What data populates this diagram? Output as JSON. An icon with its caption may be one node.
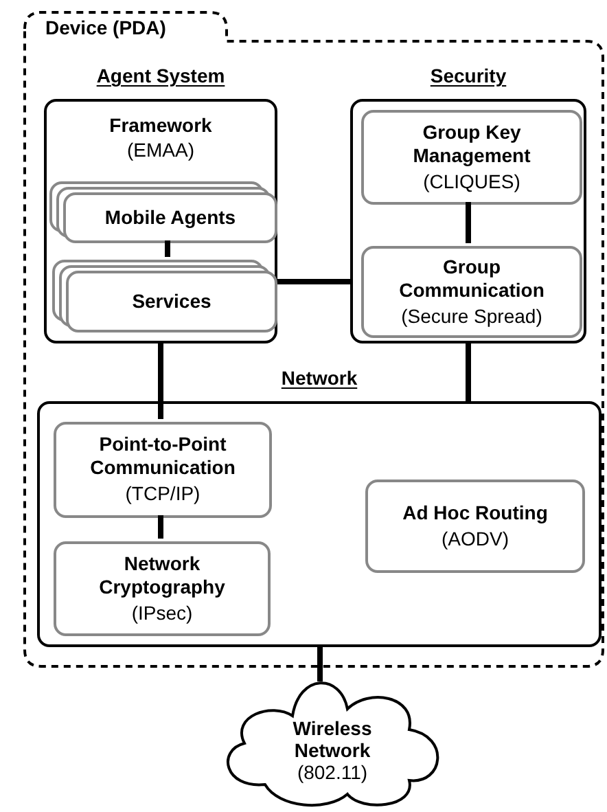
{
  "diagram": {
    "nodes": [
      {
        "text": [
          "Device (PDA)"
        ]
      },
      {
        "text": [
          "Agent System",
          "Framework",
          "(EMAA)"
        ],
        "in": 0
      },
      {
        "text": [
          "Mobile Agents"
        ],
        "in": 1
      },
      {
        "text": [
          "Services"
        ],
        "in": 1
      },
      {
        "text": [
          "Security"
        ],
        "in": 0
      },
      {
        "text": [
          "Group Key Management",
          "(CLIQUES)"
        ],
        "in": 4
      },
      {
        "text": [
          "Group Communication",
          "(Secure Spread)"
        ],
        "in": 4
      },
      {
        "text": [
          "Network"
        ],
        "in": 0
      },
      {
        "text": [
          "Point-to-Point Communication",
          "(TCP/IP)"
        ],
        "in": 7
      },
      {
        "text": [
          "Network Cryptography",
          "(IPsec)"
        ],
        "in": 7
      },
      {
        "text": [
          "Ad Hoc Routing",
          "(AODV)"
        ],
        "in": 7
      },
      {
        "text": [
          "Wireless Network",
          "(802.11)"
        ]
      }
    ],
    "edges": [
      {
        "from": 2,
        "to": 3,
        "arrow": "none"
      },
      {
        "from": 1,
        "to": 4,
        "arrow": "none"
      },
      {
        "from": 5,
        "to": 6,
        "arrow": "none"
      },
      {
        "from": 1,
        "to": 8,
        "arrow": "none"
      },
      {
        "from": 4,
        "to": 7,
        "arrow": "none"
      },
      {
        "from": 8,
        "to": 9,
        "arrow": "none"
      },
      {
        "from": 7,
        "to": 11,
        "arrow": "none"
      }
    ]
  }
}
